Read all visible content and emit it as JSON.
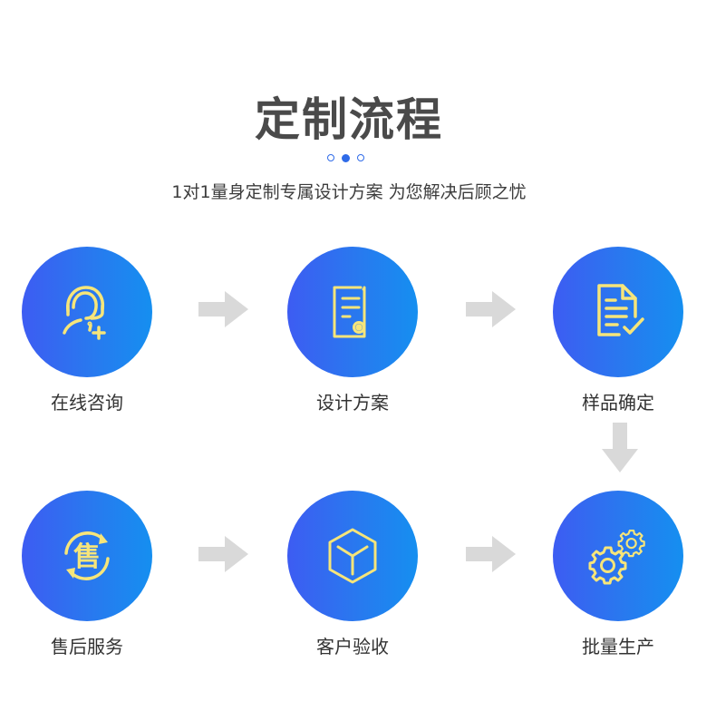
{
  "header": {
    "title": "定制流程",
    "subtitle": "1对1量身定制专属设计方案  为您解决后顾之忧",
    "dots": [
      "inactive",
      "active",
      "inactive"
    ]
  },
  "colors": {
    "circle_gradient_start": "#3d5cf2",
    "circle_gradient_end": "#158ff0",
    "icon_yellow": "#f6e57a",
    "arrow_gray": "#d9d9d9",
    "title_text": "#4a4a4a",
    "accent_dot": "#2f6be8"
  },
  "steps": [
    {
      "label": "在线咨询",
      "icon": "customer-service-headset-icon"
    },
    {
      "label": "设计方案",
      "icon": "certificate-document-icon"
    },
    {
      "label": "样品确定",
      "icon": "document-check-icon"
    },
    {
      "label": "批量生产",
      "icon": "gears-icon"
    },
    {
      "label": "客户验收",
      "icon": "cube-icon"
    },
    {
      "label": "售后服务",
      "icon": "after-sales-cycle-icon",
      "icon_text": "售"
    }
  ]
}
